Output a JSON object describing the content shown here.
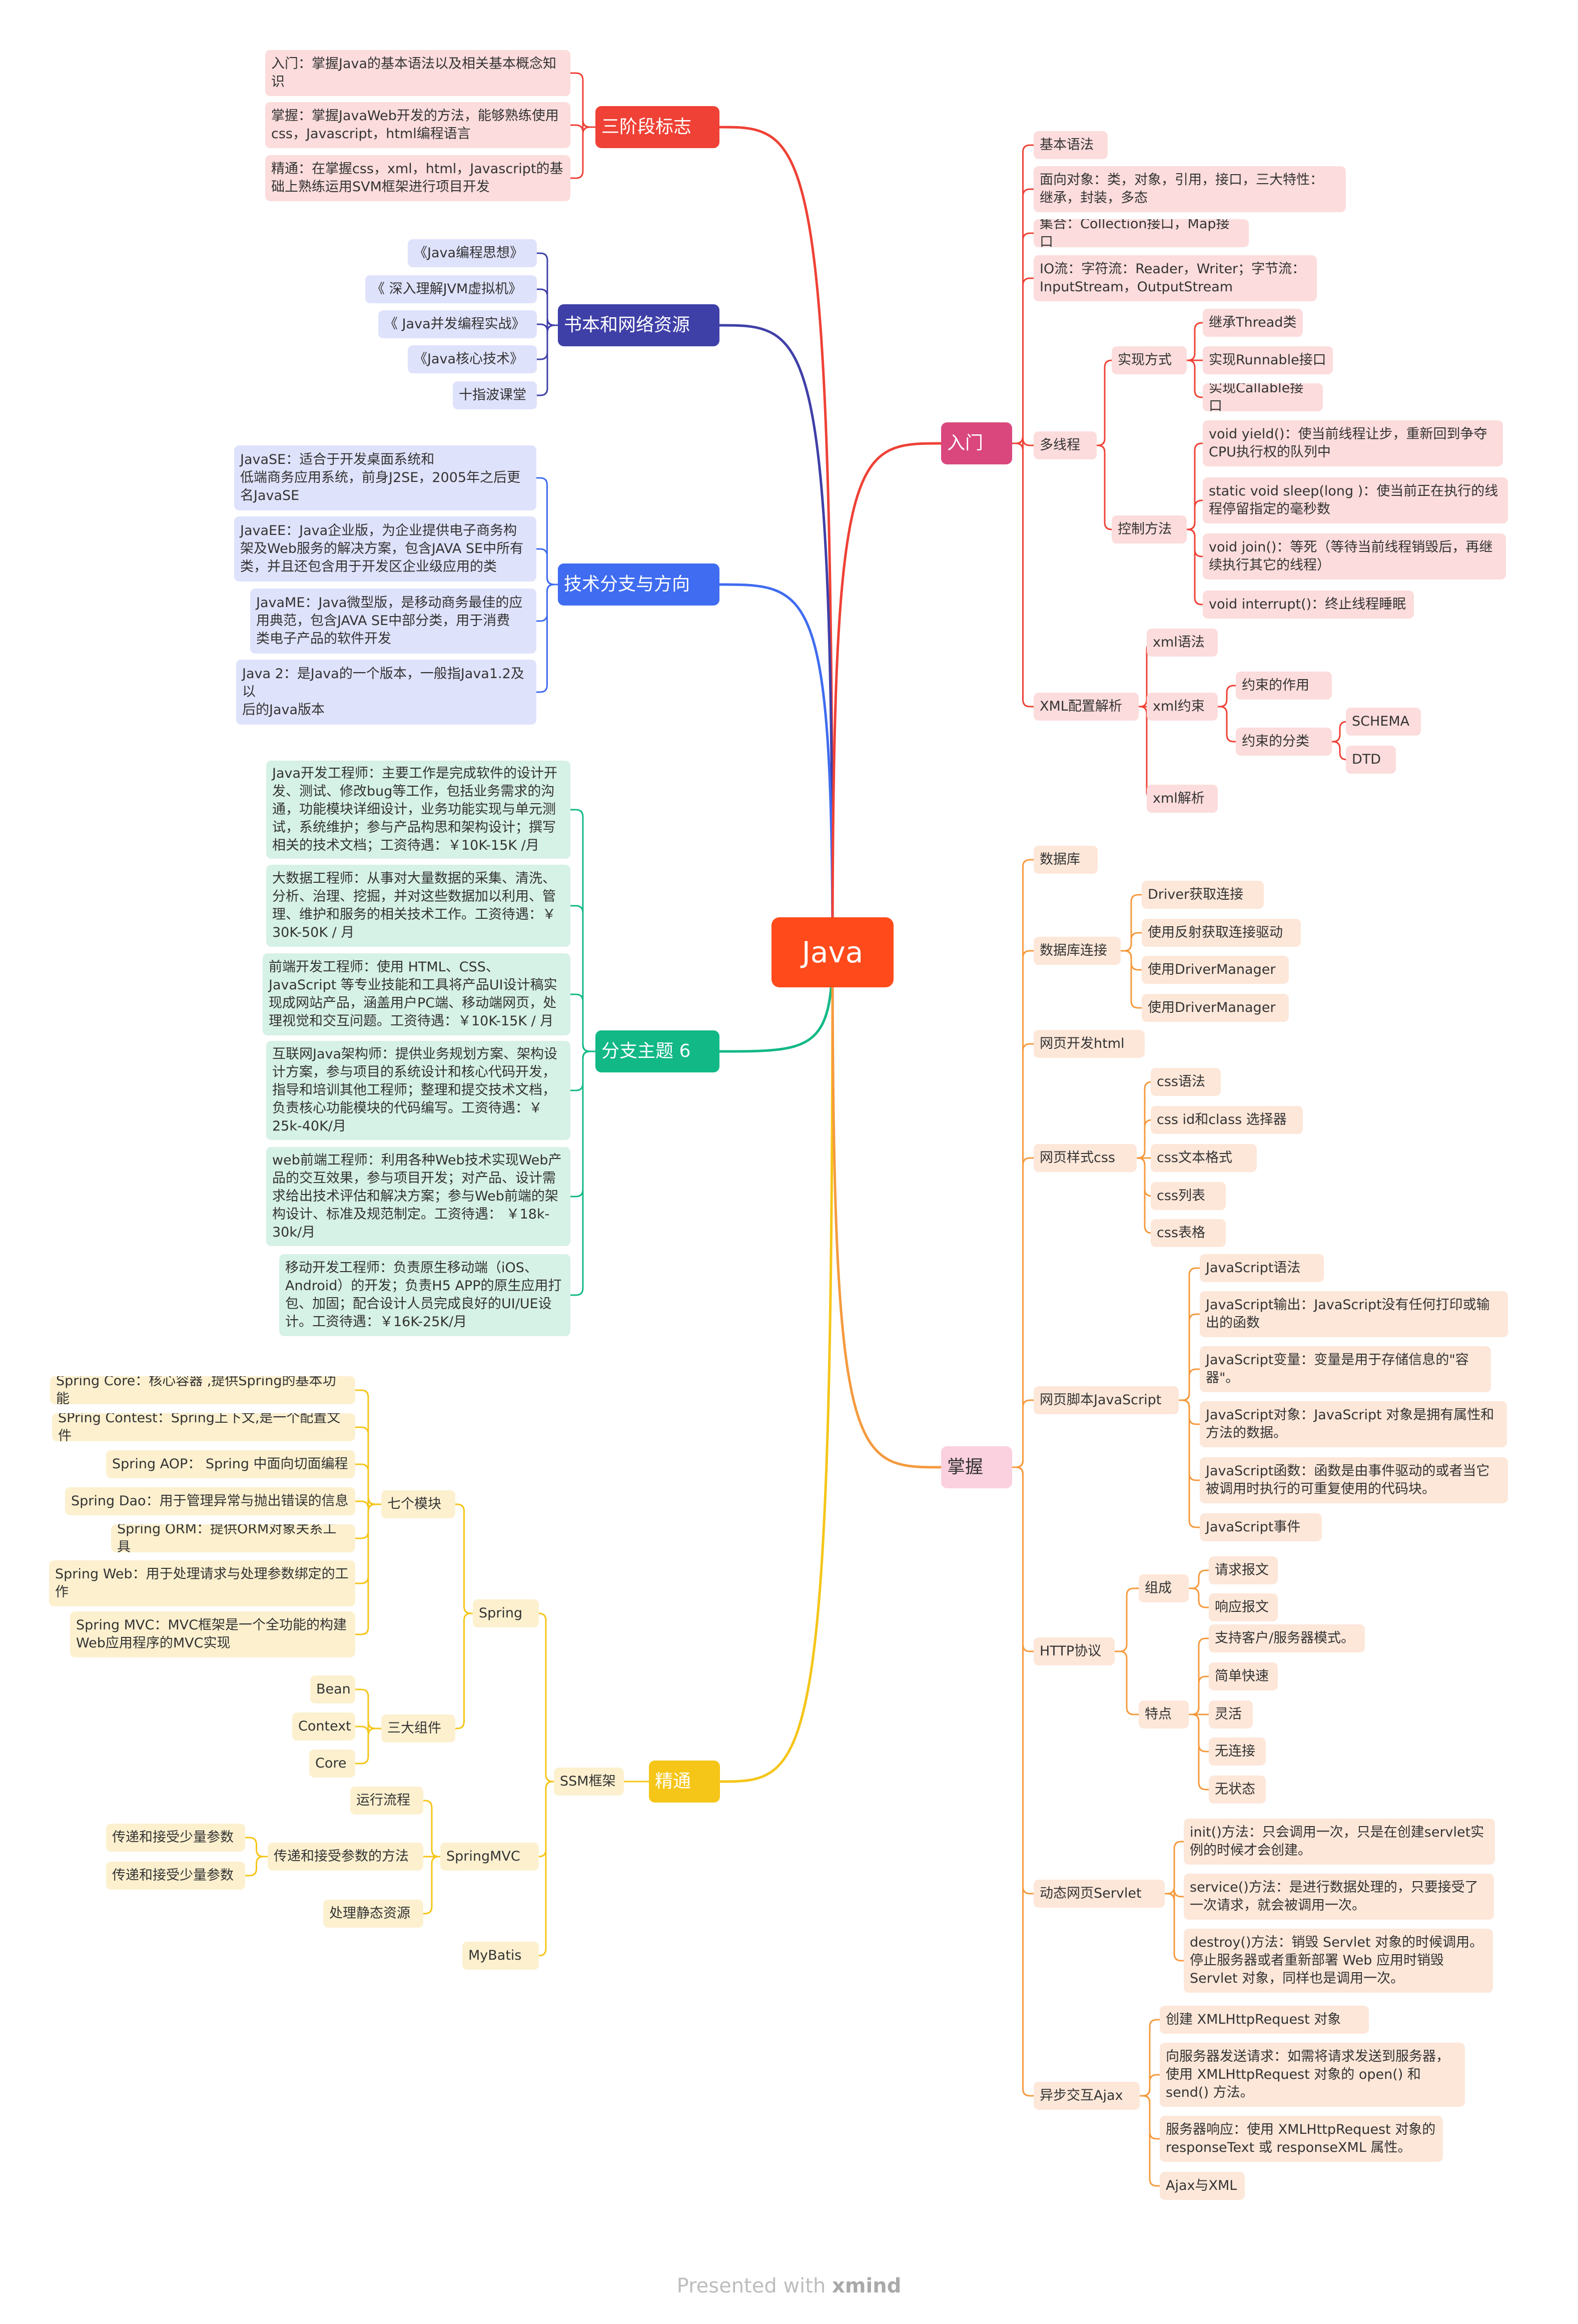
{
  "root": "Java",
  "footer": {
    "prefix": "Presented with ",
    "brand": "xmind"
  },
  "colors": {
    "red": "#ef4136",
    "indigo": "#3f3fa8",
    "blue": "#3f6cf0",
    "green": "#12b886",
    "yellow": "#f5c518",
    "orange": "#f59a3e",
    "pinkTopic": "#d9477d"
  },
  "nodes": {
    "stage": "三阶段标志",
    "stage_1": "入门：掌握Java的基本语法以及相关基本概念知\n识",
    "stage_2": "掌握：掌握JavaWeb开发的方法，能够熟练使用\ncss，Javascript，html编程语言",
    "stage_3": "精通：在掌握css，xml，html，Javascript的基\n础上熟练运用SVM框架进行项目开发",
    "books": "书本和网络资源",
    "books_1": "《Java编程思想》",
    "books_2": "《 深入理解JVM虚拟机》",
    "books_3": "《 Java并发编程实战》",
    "books_4": "《Java核心技术》",
    "books_5": "十指波课堂",
    "branch": "技术分支与方向",
    "branch_1": "JavaSE：适合于开发桌面系统和\n低端商务应用系统，前身J2SE，2005年之后更\n名JavaSE",
    "branch_2": " JavaEE：Java企业版，为企业提供电子商务构\n架及Web服务的解决方案，包含JAVA SE中所有\n类，并且还包含用于开发区企业级应用的类",
    "branch_3": "JavaME：Java微型版，是移动商务最佳的应\n用典范，包含JAVA SE中部分类，用于消费\n类电子产品的软件开发",
    "branch_4": "Java 2：是Java的一个版本，一般指Java1.2及\n以\n后的Java版本",
    "sub6": "分支主题 6",
    "sub6_1": "Java开发工程师：主要工作是完成软件的设计开\n发、测试、修改bug等工作，包括业务需求的沟\n通，功能模块详细设计，业务功能实现与单元测\n试，系统维护；参与产品构思和架构设计；撰写\n相关的技术文档；工资待遇：￥10K-15K /月",
    "sub6_2": "大数据工程师：从事对大量数据的采集、清洗、\n分析、治理、挖掘，并对这些数据加以利用、管\n理、维护和服务的相关技术工作。工资待遇：￥\n30K-50K / 月",
    "sub6_3": "前端开发工程师：使用 HTML、CSS、\nJavaScript 等专业技能和工具将产品UI设计稿实\n现成网站产品，涵盖用户PC端、移动端网页，处\n理视觉和交互问题。工资待遇：￥10K-15K / 月",
    "sub6_4": "互联网Java架构师：提供业务规划方案、架构设\n计方案，参与项目的系统设计和核心代码开发，\n指导和培训其他工程师；整理和提交技术文档，\n负责核心功能模块的代码编写。工资待遇：￥\n25k-40K/月",
    "sub6_5": "web前端工程师：利用各种Web技术实现Web产\n品的交互效果，参与项目开发；对产品、设计需\n求给出技术评估和解决方案；参与Web前端的架\n构设计、标准及规范制定。工资待遇： ￥18k-\n30k/月",
    "sub6_6": "移动开发工程师：负责原生移动端（iOS、\nAndroid）的开发；负责H5 APP的原生应用打\n包、加固；配合设计人员完成良好的UI/UE设\n计。工资待遇：￥16K-25K/月",
    "master": "精通",
    "ssm": "SSM框架",
    "spring": "Spring",
    "seven": "七个模块",
    "seven_1": "Spring Core：核心容器 ,提供Spring的基本功能",
    "seven_2": "SPring Contest：Spring上下文,是一个配置文件",
    "seven_3": "Spring AOP： Spring 中面向切面编程",
    "seven_4": "Spring Dao：用于管理异常与抛出错误的信息",
    "seven_5": "Spring ORM：提供ORM对象关系工具",
    "seven_6": "Spring Web：用于处理请求与处理参数绑定的工\n作",
    "seven_7": "Spring MVC：MVC框架是一个全功能的构建\nWeb应用程序的MVC实现",
    "three": "三大组件",
    "three_1": "Bean",
    "three_2": "Context",
    "three_3": "Core",
    "smvc": "SpringMVC",
    "smvc_1": "运行流程",
    "smvc_2": "传递和接受参数的方法",
    "smvc_2a": "传递和接受少量参数",
    "smvc_2b": "传递和接受少量参数",
    "smvc_3": "处理静态资源",
    "mybatis": "MyBatis",
    "intro": "入门",
    "intro_1": "基本语法",
    "intro_2": "面向对象：类，对象，引用，接口，三大特性：\n继承，封装，多态",
    "intro_3": "集合：Collection接口，Map接口",
    "intro_4": "IO流：字符流：Reader，Writer；字节流：\nInputStream，OutputStream",
    "mt": "多线程",
    "mt_impl": "实现方式",
    "mt_impl_1": "继承Thread类",
    "mt_impl_2": "实现Runnable接口",
    "mt_impl_3": "实现Callable接口",
    "mt_ctrl": "控制方法",
    "mt_ctrl_1": "void yield()：使当前线程让步，重新回到争夺\nCPU执行权的队列中",
    "mt_ctrl_2": "static void sleep(long )：使当前正在执行的线\n程停留指定的毫秒数",
    "mt_ctrl_3": "void join()：等死（等待当前线程销毁后，再继\n续执行其它的线程）",
    "mt_ctrl_4": "void interrupt()：终止线程睡眠",
    "xml": "XML配置解析",
    "xml_1": "xml语法",
    "xml_2": "xml约束",
    "xml_2a": "约束的作用",
    "xml_2b": "约束的分类",
    "xml_2b1": "SCHEMA",
    "xml_2b2": "DTD",
    "xml_3": "xml解析",
    "grasp": "掌握",
    "db": "数据库",
    "dbc": "数据库连接",
    "dbc_1": "Driver获取连接",
    "dbc_2": "使用反射获取连接驱动",
    "dbc_3": "使用DriverManager",
    "dbc_4": "使用DriverManager",
    "html": "网页开发html",
    "css": "网页样式css",
    "css_1": "css语法",
    "css_2": "css id和class 选择器",
    "css_3": "css文本格式",
    "css_4": "css列表",
    "css_5": "css表格",
    "js": "网页脚本JavaScript",
    "js_1": "JavaScript语法",
    "js_2": "JavaScript输出：JavaScript没有任何打印或输\n出的函数",
    "js_3": "JavaScript变量：变量是用于存储信息的\"容\n器\"。",
    "js_4": "JavaScript对象：JavaScript 对象是拥有属性和\n方法的数据。",
    "js_5": "JavaScript函数：函数是由事件驱动的或者当它\n被调用时执行的可重复使用的代码块。",
    "js_6": "JavaScript事件",
    "http": "HTTP协议",
    "http_c": "组成",
    "http_c1": "请求报文",
    "http_c2": "响应报文",
    "http_f": "特点",
    "http_f1": "支持客户/服务器模式。",
    "http_f2": "简单快速",
    "http_f3": "灵活",
    "http_f4": "无连接",
    "http_f5": "无状态",
    "servlet": "动态网页Servlet",
    "servlet_1": "init()方法：只会调用一次，只是在创建servlet实\n例的时候才会创建。",
    "servlet_2": "service()方法：是进行数据处理的，只要接受了\n一次请求，就会被调用一次。",
    "servlet_3": "destroy()方法：销毁 Servlet 对象的时候调用。\n停止服务器或者重新部署 Web 应用时销毁\nServlet 对象，同样也是调用一次。",
    "ajax": "异步交互Ajax",
    "ajax_1": "创建 XMLHttpRequest 对象",
    "ajax_2": "向服务器发送请求：如需将请求发送到服务器，\n使用 XMLHttpRequest 对象的 open() 和\nsend() 方法。",
    "ajax_3": "服务器响应：使用 XMLHttpRequest 对象的\nresponseText 或 responseXML 属性。",
    "ajax_4": "Ajax与XML"
  }
}
